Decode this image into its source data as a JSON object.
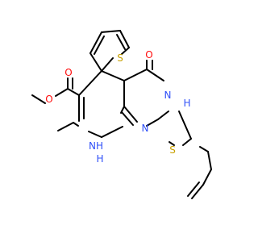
{
  "atom_labels": {
    "o_carbonyl_ring": "O",
    "n_ring_nh_top": "N",
    "h_ring_nh_top": "H",
    "o_ester_carbonyl": "O",
    "o_ester_ether": "O",
    "s_thiophene": "S",
    "n_ring_bottom": "N",
    "nh_ring_bottom": "NH",
    "h_ring_bottom": "H",
    "s_thioether": "S"
  },
  "colors": {
    "bond": "#000000",
    "oxygen": "#ff0d0d",
    "nitrogen": "#3050f8",
    "sulfur": "#c8a000"
  }
}
